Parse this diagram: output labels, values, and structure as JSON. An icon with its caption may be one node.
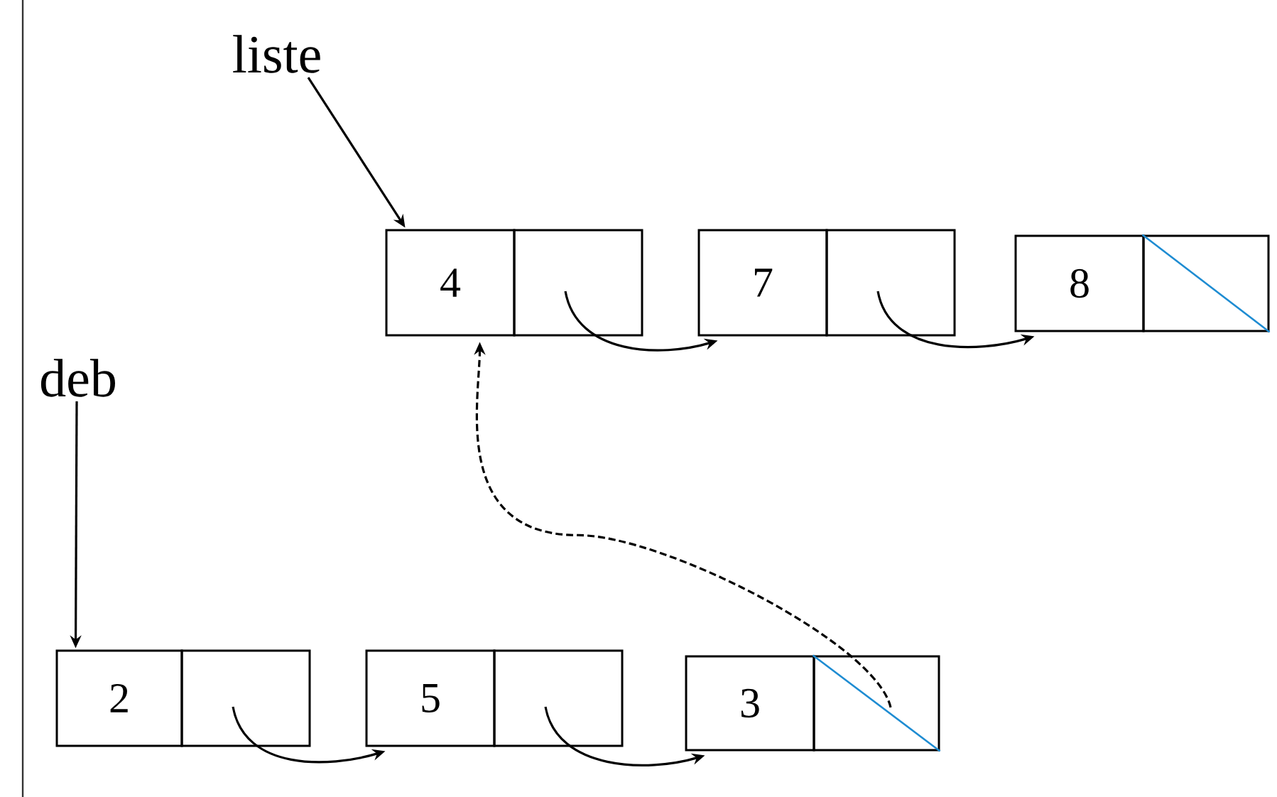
{
  "diagram": {
    "nodes": [
      {
        "text": [
          "liste"
        ]
      },
      {
        "text": [
          "4"
        ]
      },
      {
        "text": [],
        "shape": "box"
      },
      {
        "text": [
          "7"
        ]
      },
      {
        "text": [],
        "shape": "box"
      },
      {
        "text": [
          "8"
        ]
      },
      {
        "text": [],
        "shape": "box"
      },
      {
        "text": [
          "deb"
        ]
      },
      {
        "text": [
          "2"
        ]
      },
      {
        "text": [],
        "shape": "box"
      },
      {
        "text": [
          "5"
        ]
      },
      {
        "text": [],
        "shape": "box"
      },
      {
        "text": [
          "3"
        ]
      },
      {
        "text": [],
        "shape": "box"
      }
    ],
    "edges": [
      {
        "from": 0,
        "to": 1,
        "arrow": "to"
      },
      {
        "from": 2,
        "to": 3,
        "arrow": "to"
      },
      {
        "from": 4,
        "to": 5,
        "arrow": "to"
      },
      {
        "from": 7,
        "to": 8,
        "arrow": "to"
      },
      {
        "from": 9,
        "to": 10,
        "arrow": "to"
      },
      {
        "from": 11,
        "to": 12,
        "arrow": "to"
      },
      {
        "from": 13,
        "to": 1,
        "arrow": "to",
        "style": "dashed"
      }
    ]
  }
}
